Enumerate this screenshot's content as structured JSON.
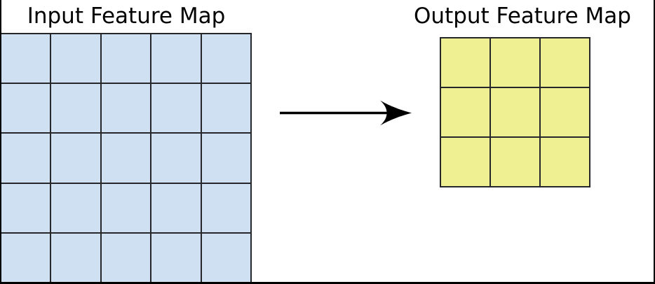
{
  "figure": {
    "background": "#ffffff",
    "frame_color": "#000000",
    "grid_line_color": "#26272b"
  },
  "input_map": {
    "title": "Input Feature Map",
    "rows": 5,
    "cols": 5,
    "cell_color": "#cfe0f2",
    "cell_name": "input-feature-cell"
  },
  "arrow": {
    "direction": "right",
    "color": "#000000"
  },
  "output_map": {
    "title": "Output Feature Map",
    "rows": 3,
    "cols": 3,
    "cell_color": "#eef092",
    "cell_name": "output-feature-cell"
  }
}
